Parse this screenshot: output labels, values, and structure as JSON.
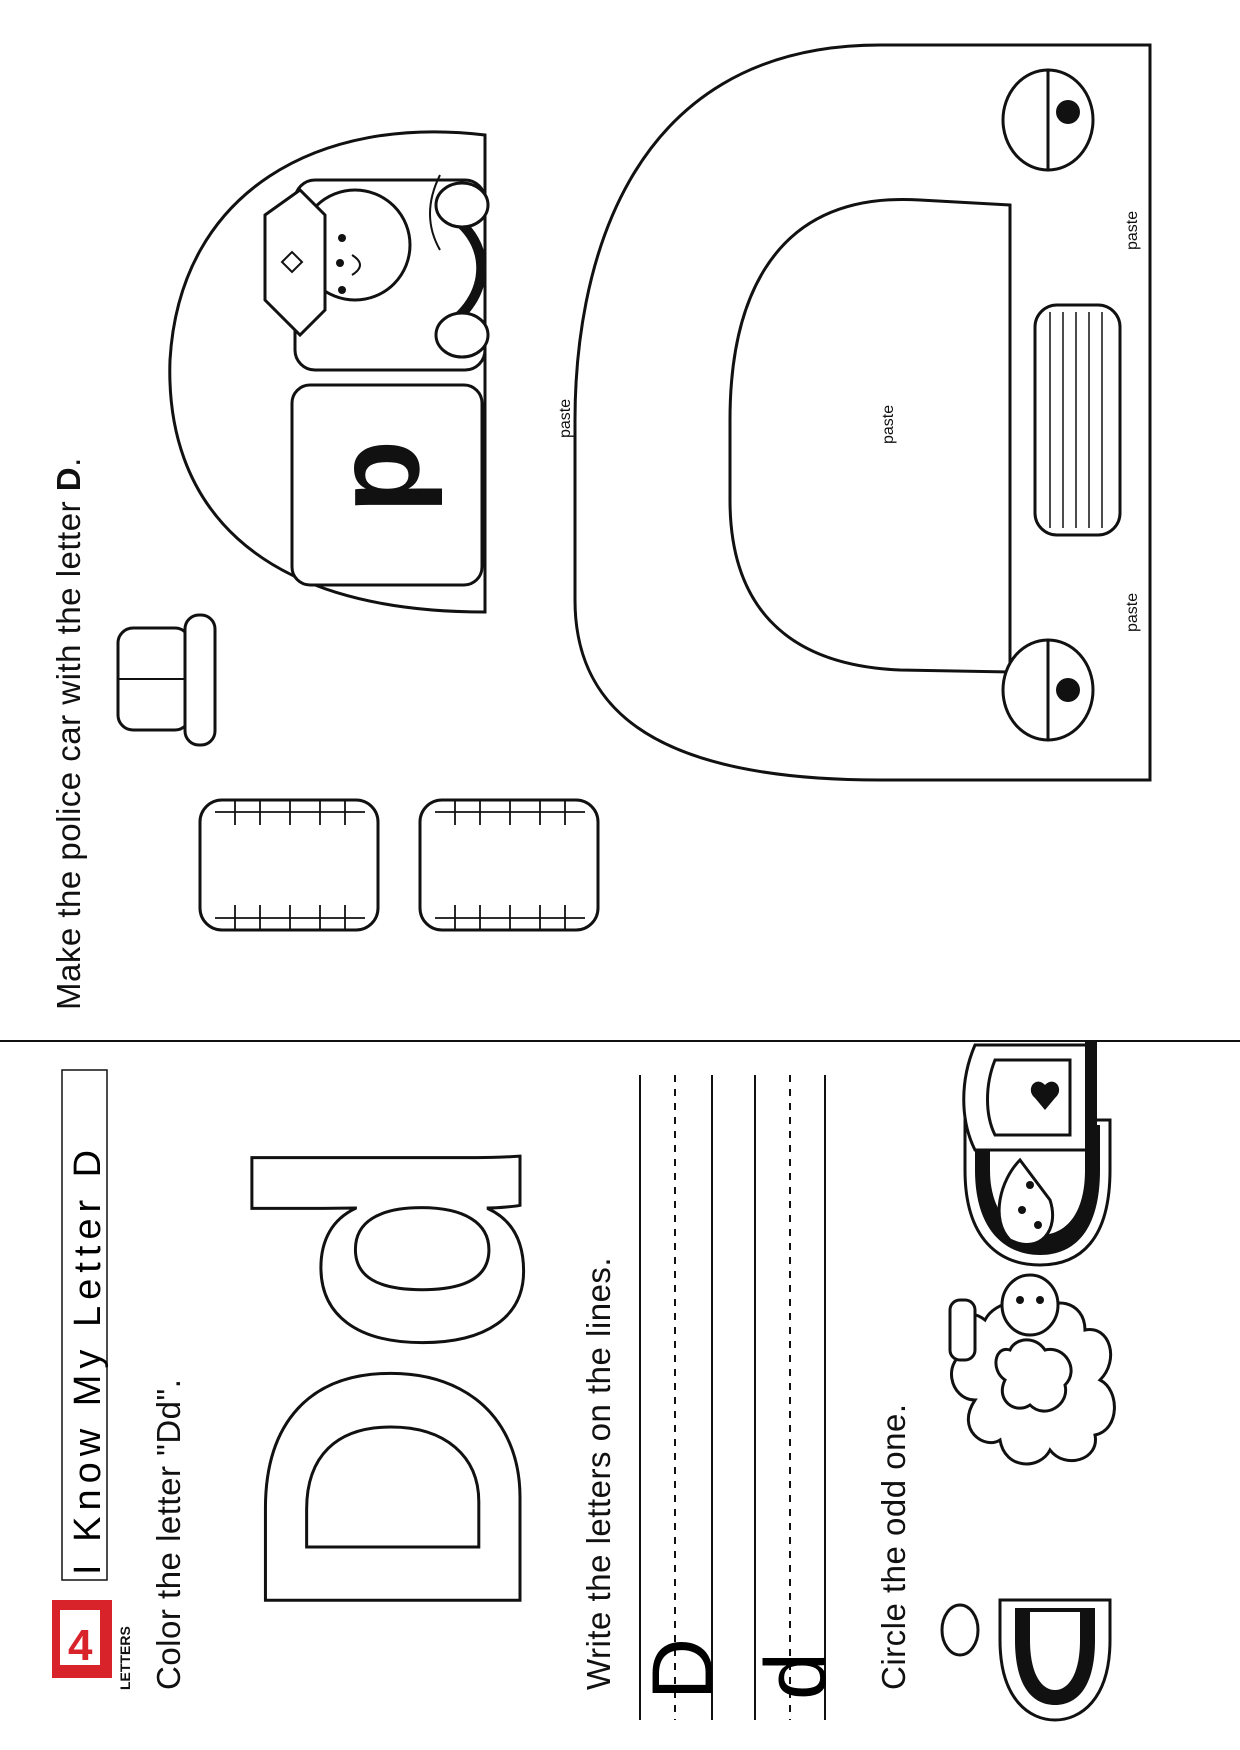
{
  "top_section": {
    "instruction_prefix": "Make the police car with the letter ",
    "instruction_letter": "D",
    "instruction_suffix": ".",
    "paste_labels": [
      "paste",
      "paste",
      "paste",
      "paste"
    ],
    "window_letter": "d"
  },
  "bottom_section": {
    "title": "I Know My Letter D",
    "logo_text": "LETTERS",
    "color_instruction": "Color the letter \"Dd\".",
    "outline_letters": "Dd",
    "write_instruction": "Write the letters on the lines.",
    "trace_upper": "D",
    "trace_lower": "d",
    "circle_instruction": "Circle the odd one."
  }
}
